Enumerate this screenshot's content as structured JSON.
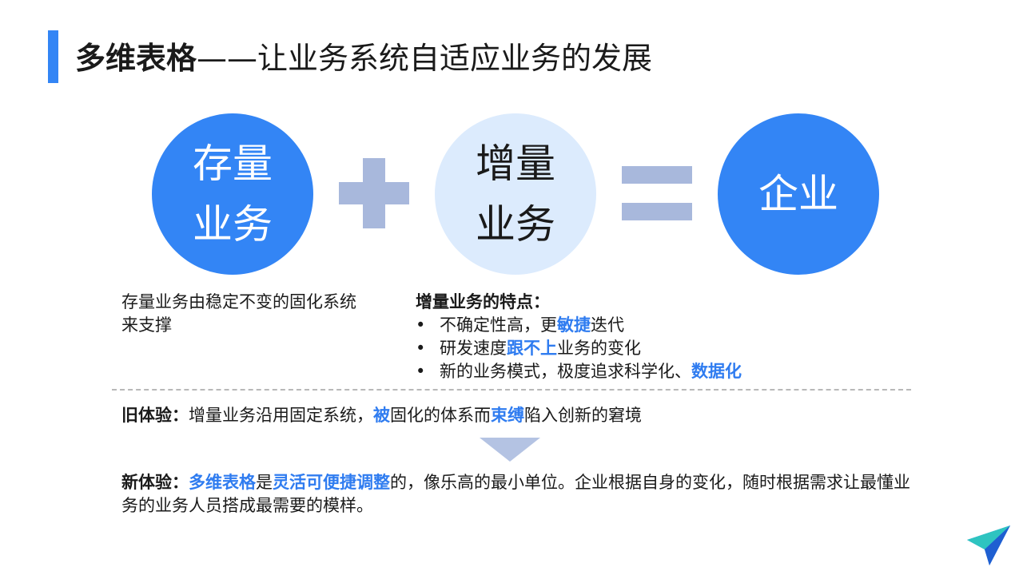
{
  "title": {
    "bold": "多维表格",
    "rest": "——让业务系统自适应业务的发展"
  },
  "circles": {
    "stock": {
      "line1": "存量",
      "line2": "业务"
    },
    "incremental": {
      "line1": "增量",
      "line2": "业务"
    },
    "enterprise": {
      "text": "企业"
    }
  },
  "stock_desc": "存量业务由稳定不变的固化系统来支撑",
  "incremental": {
    "heading": "增量业务的特点：",
    "bullet_char": "•",
    "items": [
      {
        "a": "不确定性高，更",
        "hl": "敏捷",
        "b": "迭代"
      },
      {
        "a": "研发速度",
        "hl": "跟不上",
        "b": "业务的变化"
      },
      {
        "a": "新的业务模式，极度追求科学化、",
        "hl": "数据化",
        "b": ""
      }
    ]
  },
  "old_experience": {
    "label": "旧体验：",
    "t1": "增量业务沿用固定系统，",
    "hl1": "被",
    "t2": "固化的体系而",
    "hl2": "束缚",
    "t3": "陷入创新的窘境"
  },
  "new_experience": {
    "label": "新体验：",
    "hl1": "多维表格",
    "t1": "是",
    "hl2": "灵活可便捷调整",
    "t2": "的，像乐高的最小单位。企业根据自身的变化，随时根据需求让最懂业务的业务人员搭成最需要的模样。"
  },
  "colors": {
    "accent": "#3385f5",
    "highlight": "#2f7cf0",
    "light_circle": "#dcebfd",
    "operator": "#a8b8dc"
  },
  "icons": {
    "plus": "plus-icon",
    "equals": "equals-icon",
    "arrow": "down-arrow-icon",
    "logo": "paper-plane-logo-icon"
  }
}
